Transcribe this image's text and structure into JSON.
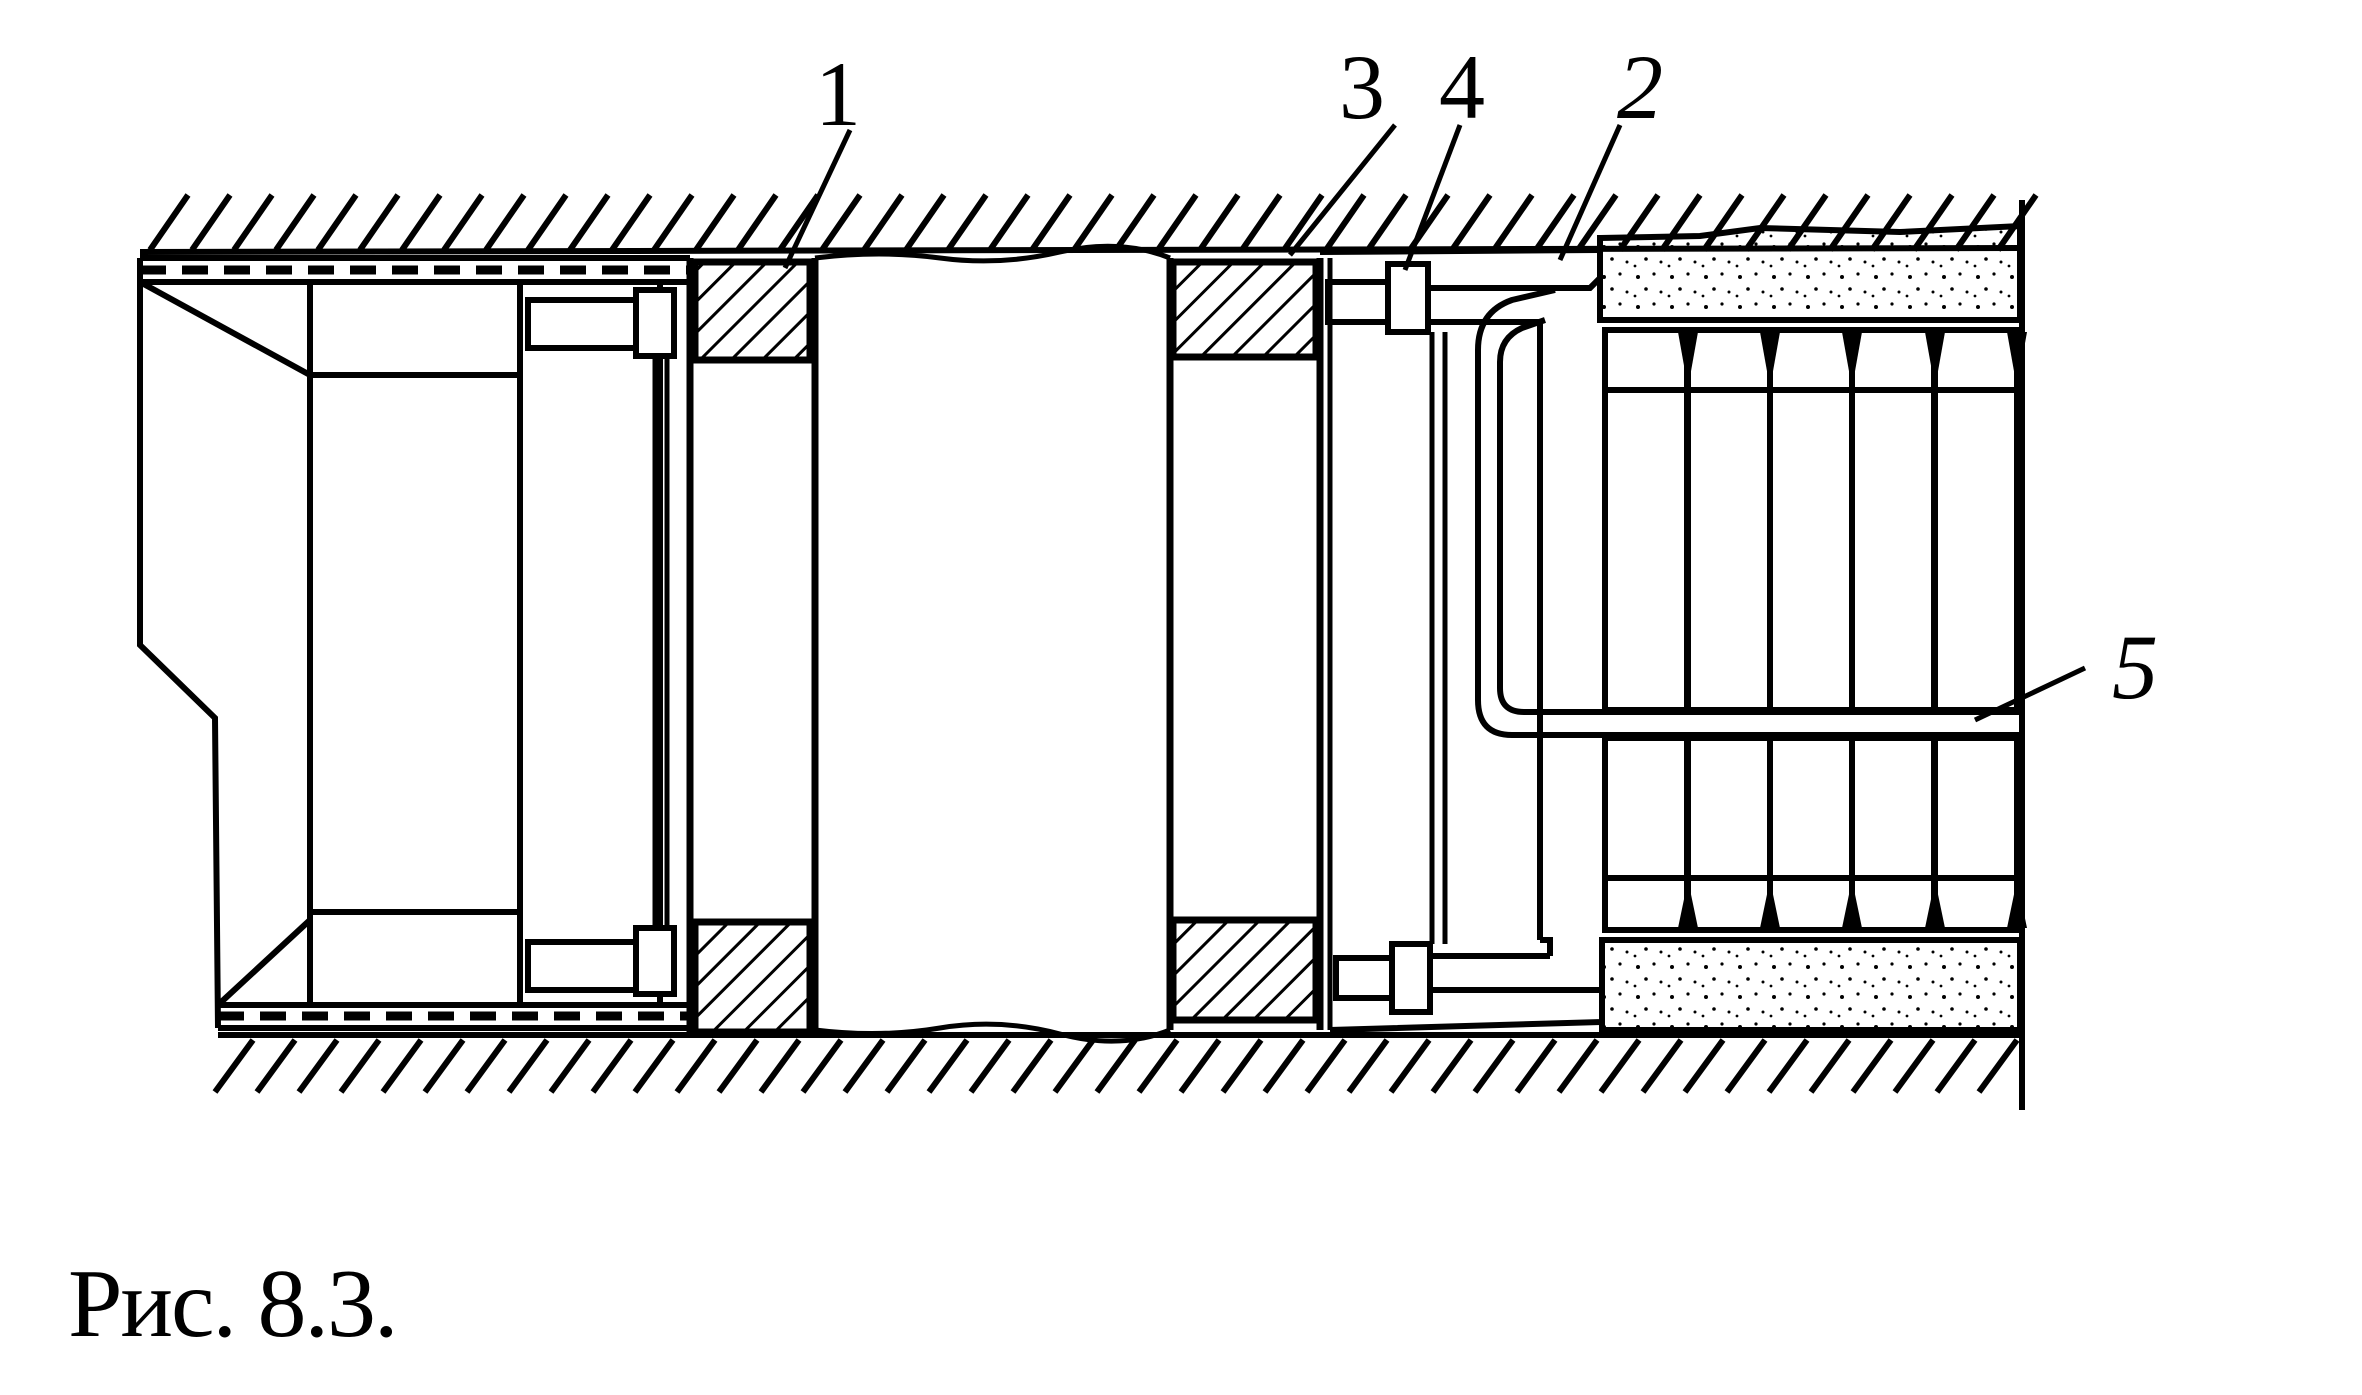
{
  "figure": {
    "caption": "Рис. 8.3.",
    "callouts": {
      "c1": "1",
      "c2": "2",
      "c3": "3",
      "c4": "4",
      "c5": "5"
    }
  },
  "colors": {
    "ink": "#000000",
    "paper": "#ffffff"
  }
}
